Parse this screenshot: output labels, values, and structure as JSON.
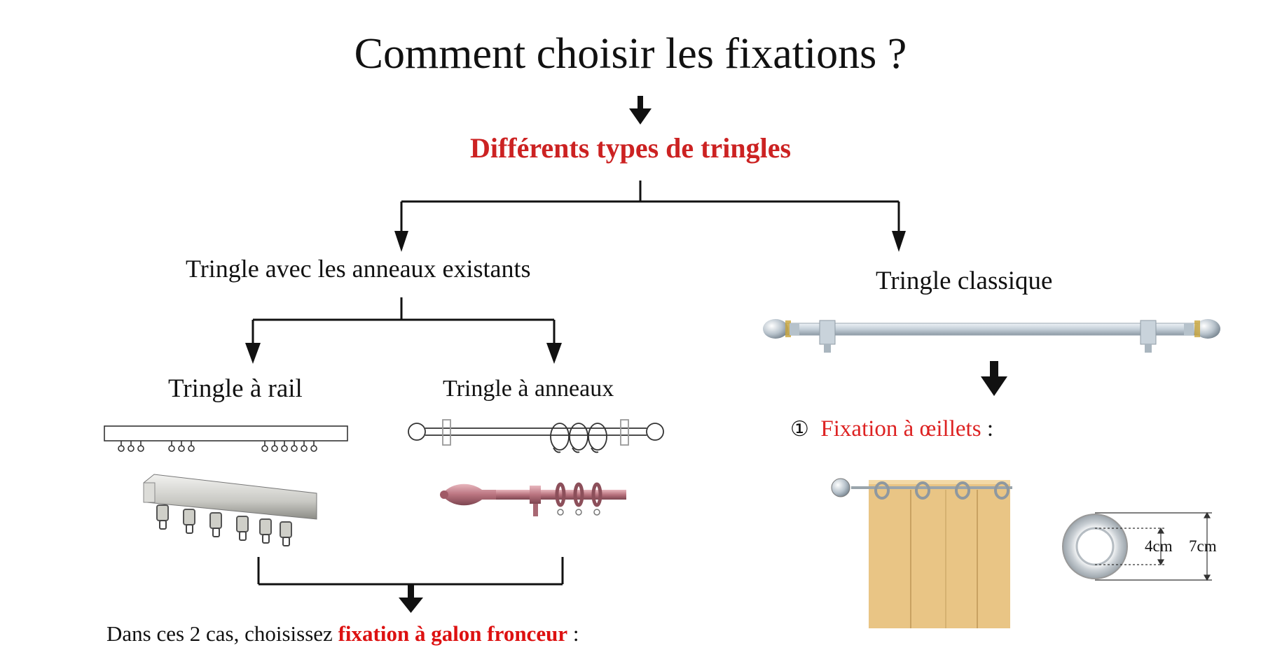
{
  "title": "Comment choisir les fixations ?",
  "types_heading": "Différents types de tringles",
  "left_branch": {
    "label": "Tringle avec les anneaux existants",
    "rail_label": "Tringle à rail",
    "rings_label": "Tringle à anneaux"
  },
  "right_branch": {
    "label": "Tringle classique",
    "option_number": "①",
    "option_label": "Fixation à œillets",
    "option_suffix": " :",
    "dimension_inner": "4cm",
    "dimension_outer": "7cm"
  },
  "conclusion": {
    "prefix": "Dans ces 2 cas, choisissez ",
    "highlight": "fixation à galon fronceur",
    "suffix": " :"
  },
  "colors": {
    "heading_red": "#cc2222",
    "highlight_red": "#dd1111",
    "curtain": "#e9c585",
    "pole": "#c8d3dc"
  }
}
